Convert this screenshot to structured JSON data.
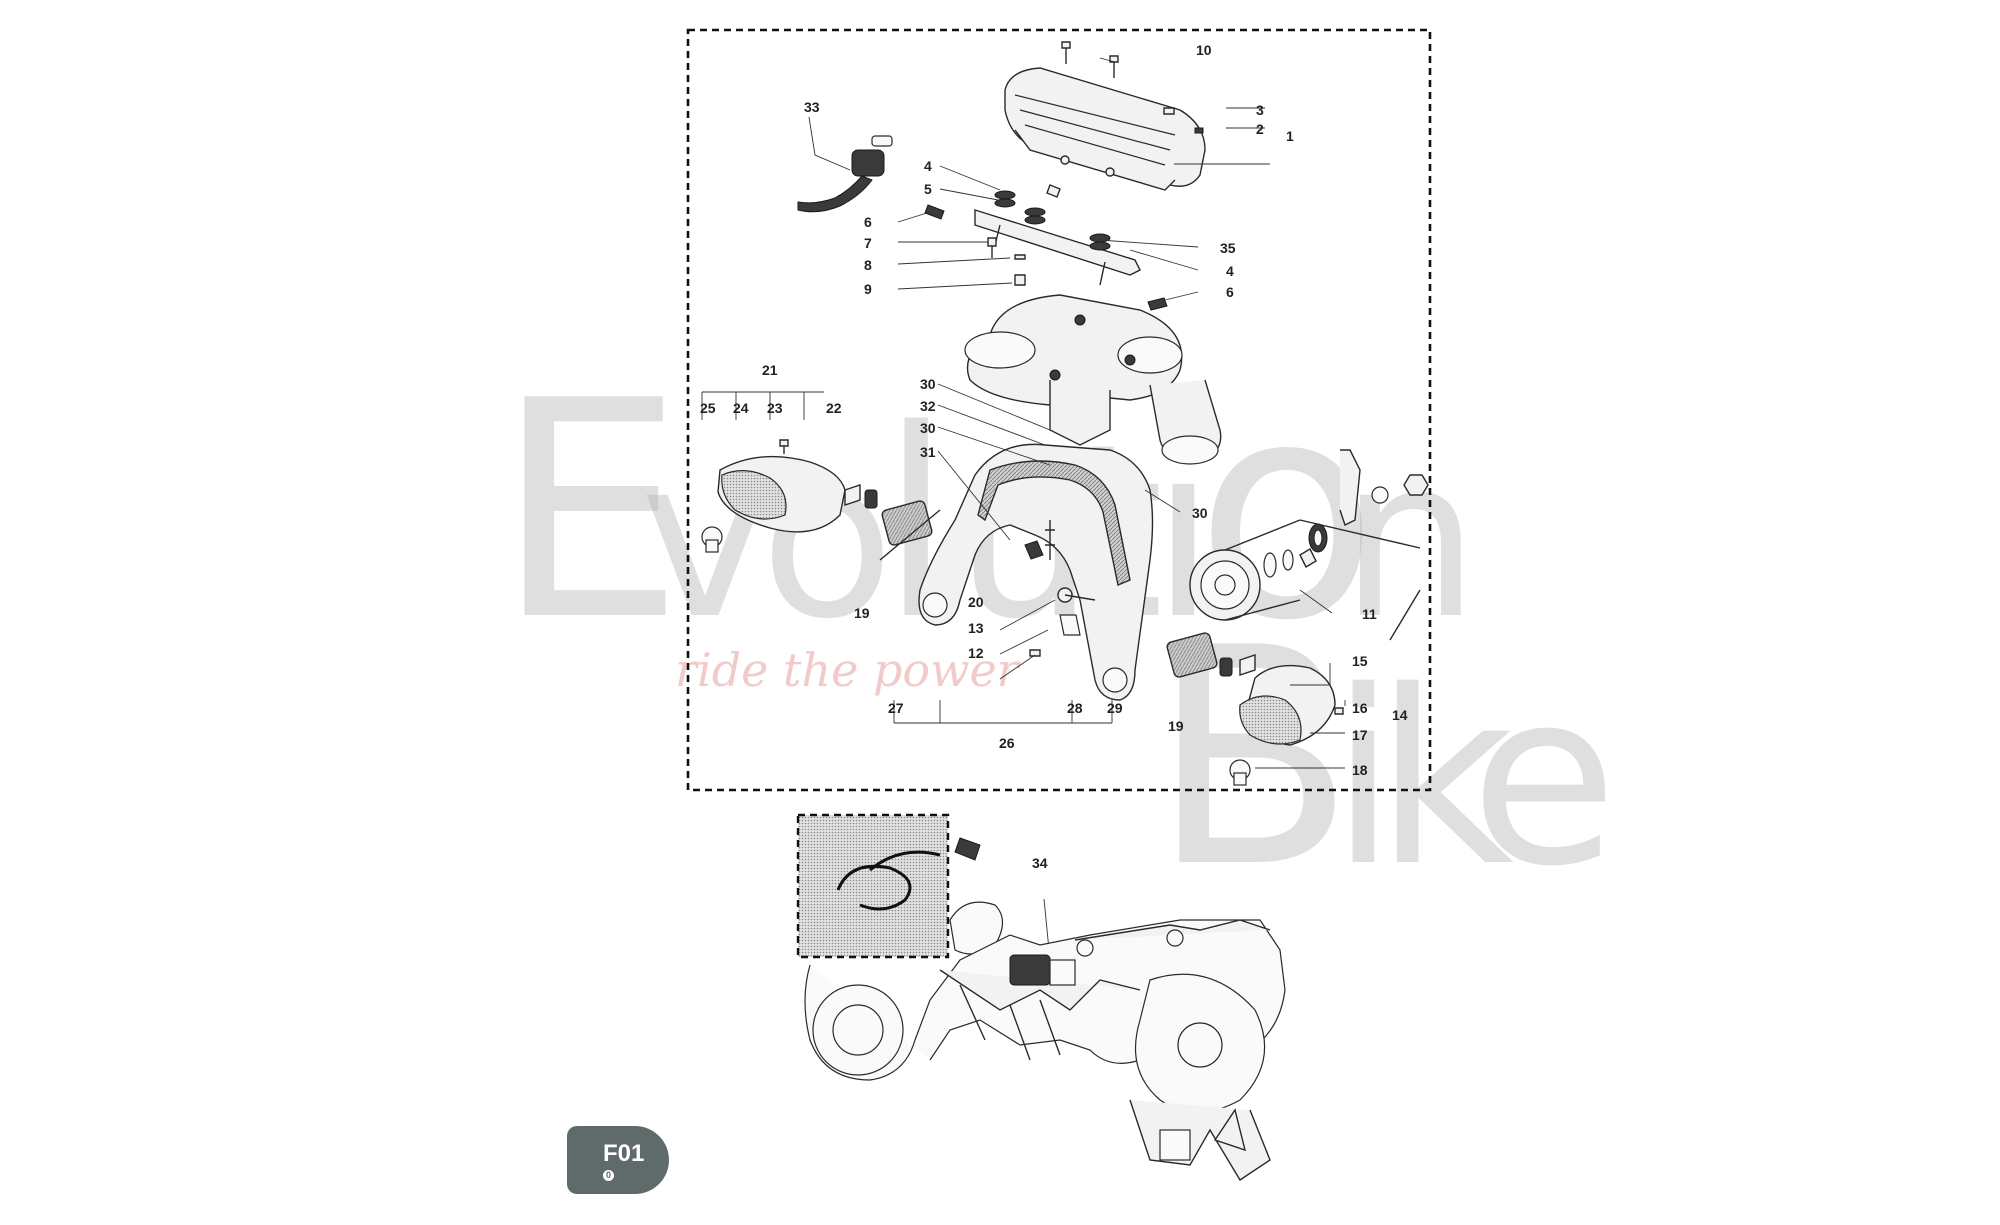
{
  "watermark": {
    "letters": [
      "E",
      "v",
      "o",
      "l",
      "u",
      "t",
      "i",
      "o",
      "n",
      "B",
      "i",
      "k",
      "e"
    ],
    "tagline": "ride the power"
  },
  "callouts": {
    "c1": "1",
    "c2": "2",
    "c3": "3",
    "c4a": "4",
    "c4b": "4",
    "c5": "5",
    "c6a": "6",
    "c6b": "6",
    "c7": "7",
    "c8": "8",
    "c9": "9",
    "c10": "10",
    "c11": "11",
    "c12": "12",
    "c13": "13",
    "c14": "14",
    "c15": "15",
    "c16": "16",
    "c17": "17",
    "c18": "18",
    "c19a": "19",
    "c19b": "19",
    "c20": "20",
    "c21": "21",
    "c22": "22",
    "c23": "23",
    "c24": "24",
    "c25": "25",
    "c26": "26",
    "c27": "27",
    "c28": "28",
    "c29": "29",
    "c30a": "30",
    "c30b": "30",
    "c30c": "30",
    "c31": "31",
    "c32": "32",
    "c33": "33",
    "c34": "34",
    "c35": "35"
  },
  "page_badge": {
    "code": "F01",
    "revision": "0"
  }
}
